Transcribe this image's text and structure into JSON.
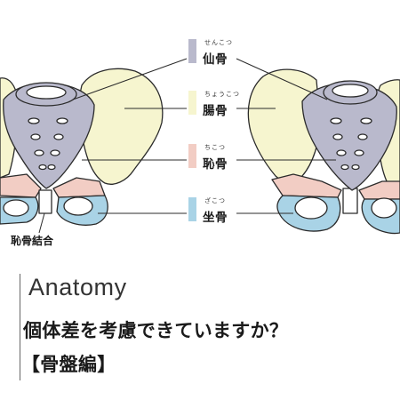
{
  "colors": {
    "sacrum": "#b9b9cc",
    "ilium": "#f6f5cf",
    "pubis": "#f2cdc4",
    "ischium": "#a9d3e6",
    "outline": "#2b2b2b"
  },
  "legend": {
    "sacrum": {
      "ruby": "せんこつ",
      "term": "仙骨"
    },
    "ilium": {
      "ruby": "ちょうこつ",
      "term": "腸骨"
    },
    "pubis": {
      "ruby": "ちこつ",
      "term": "恥骨"
    },
    "ischium": {
      "ruby": "ざこつ",
      "term": "坐骨"
    }
  },
  "symphysis_label": "恥骨結合",
  "article": {
    "category": "Anatomy",
    "headline_line1": "個体差を考慮できていますか？",
    "headline_line2": "【骨盤編】"
  }
}
